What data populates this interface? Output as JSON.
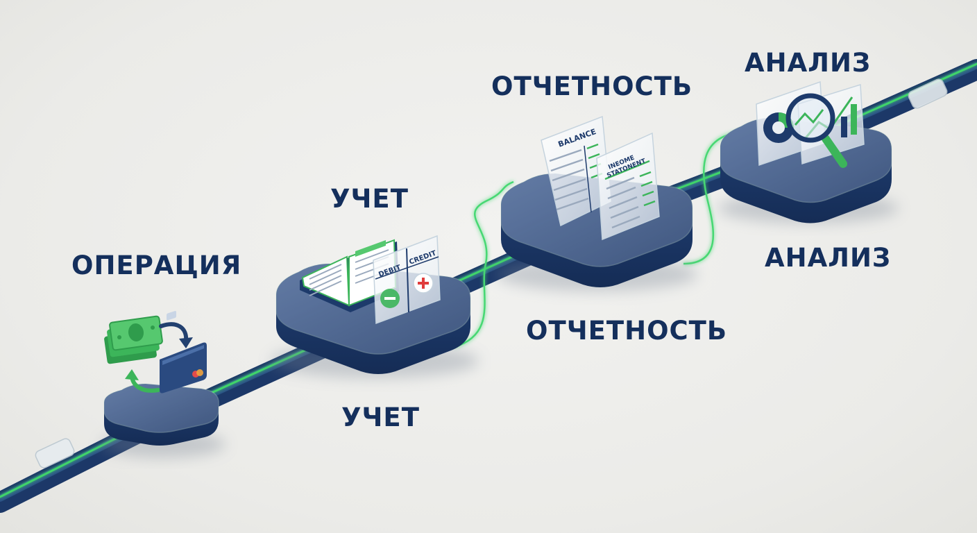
{
  "stages": {
    "operation": {
      "label": "ОПЕРАЦИЯ"
    },
    "accounting": {
      "label_top": "УЧЕТ",
      "label_bottom": "УЧЕТ",
      "debit_label": "DEBIT",
      "credit_label": "CREDIT"
    },
    "reporting": {
      "label_top": "ОТЧЕТНОСТЬ",
      "label_bottom": "ОТЧЕТНОСТЬ",
      "balance_title": "BALANCE",
      "income_title_line1": "INEOME",
      "income_title_line2": "STATONENT"
    },
    "analysis": {
      "label_top": "АНАЛИЗ",
      "label_bottom": "АНАЛИЗ"
    }
  },
  "colors": {
    "navy": "#1d3a6b",
    "navy_dark": "#142f5c",
    "green_glow": "#3fd46a",
    "money_green": "#3cb55a",
    "background": "#ededea"
  },
  "icons": [
    "money-icon",
    "credit-card-icon",
    "exchange-arrow-icon",
    "ledger-book-icon",
    "minus-icon",
    "plus-icon",
    "document-icon",
    "magnifier-icon",
    "bar-chart-icon",
    "pie-chart-icon"
  ]
}
